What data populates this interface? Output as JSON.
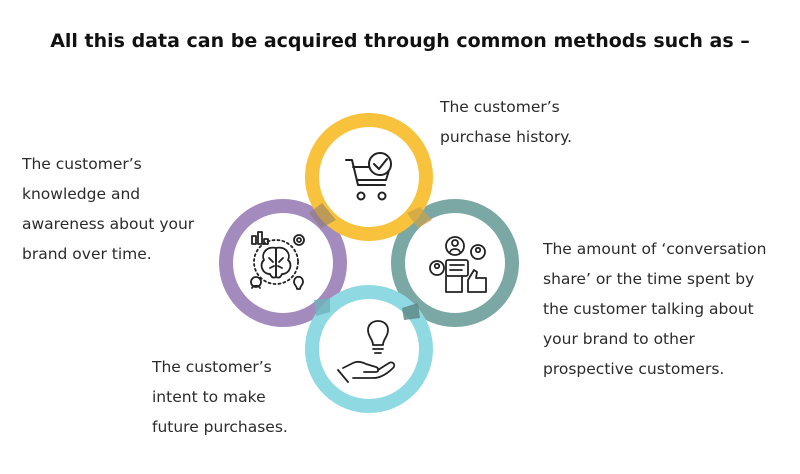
{
  "title": "All this data can be acquired through common methods such as –",
  "methods": [
    {
      "id": "top",
      "text": "The customer’s\npurchase history.",
      "color": "#F9C23C",
      "icon": "shopping-cart-check-icon"
    },
    {
      "id": "left",
      "text": "The customer’s\nknowledge and\nawareness about your\nbrand over time.",
      "color": "#A48BBE",
      "icon": "brain-analytics-icon"
    },
    {
      "id": "right",
      "text": "The amount of ‘conversation\nshare’ or the time spent by\nthe customer talking about\nyour brand to other\nprospective customers.",
      "color": "#7BA7A4",
      "icon": "conversation-feedback-icon"
    },
    {
      "id": "bottom",
      "text": "The customer’s\nintent to make\nfuture purchases.",
      "color": "#8FD9E2",
      "icon": "hand-lightbulb-icon"
    }
  ]
}
